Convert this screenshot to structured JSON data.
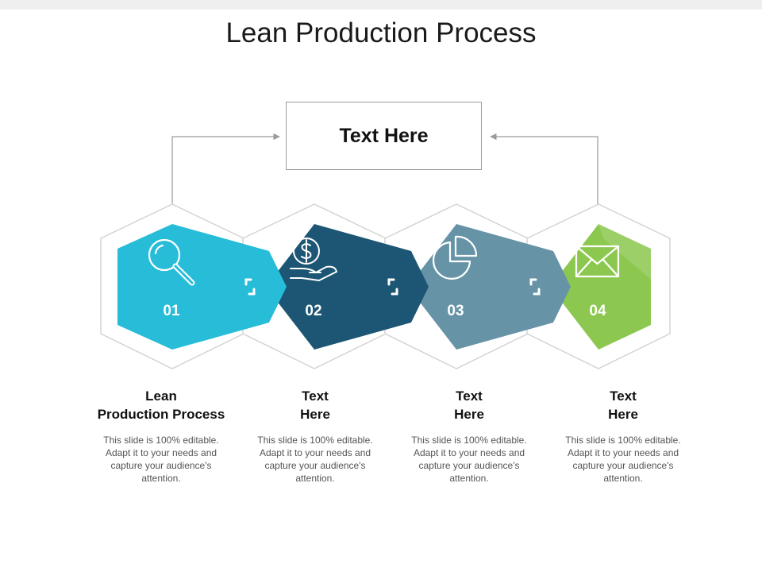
{
  "title": "Lean Production Process",
  "center_box": {
    "label": "Text Here"
  },
  "colors": {
    "step1": "#27bcd8",
    "step2": "#1c5674",
    "step3": "#6793a7",
    "step4": "#8cc84f",
    "outline": "#d4d4d4",
    "connector": "#9a9a9a"
  },
  "steps": [
    {
      "number": "01",
      "icon": "magnifier-icon",
      "heading_line1": "Lean",
      "heading_line2": "Production Process",
      "description": "This slide is 100% editable. Adapt it to your needs and capture your audience's attention."
    },
    {
      "number": "02",
      "icon": "dollar-hand-icon",
      "heading_line1": "Text",
      "heading_line2": "Here",
      "description": "This slide is 100% editable. Adapt it to your needs and capture your audience's attention."
    },
    {
      "number": "03",
      "icon": "pie-chart-icon",
      "heading_line1": "Text",
      "heading_line2": "Here",
      "description": "This slide is 100% editable. Adapt it to your needs and capture your audience's attention."
    },
    {
      "number": "04",
      "icon": "envelope-icon",
      "heading_line1": "Text",
      "heading_line2": "Here",
      "description": "This slide is 100% editable. Adapt it to your needs and capture your audience's attention."
    }
  ]
}
